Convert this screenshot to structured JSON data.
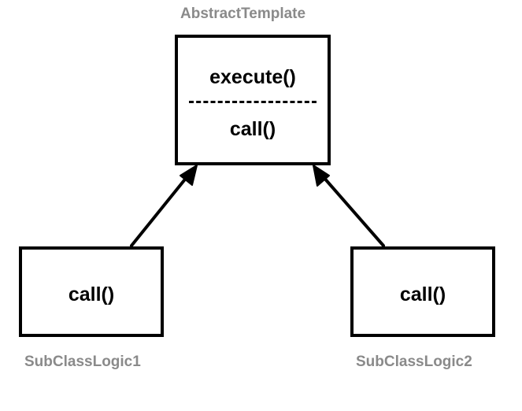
{
  "classes": {
    "abstract": {
      "name": "AbstractTemplate",
      "methods": [
        "execute()",
        "call()"
      ],
      "separator": "---------------"
    },
    "sub1": {
      "name": "SubClassLogic1",
      "methods": [
        "call()"
      ]
    },
    "sub2": {
      "name": "SubClassLogic2",
      "methods": [
        "call()"
      ]
    }
  },
  "relations": [
    {
      "from": "SubClassLogic1",
      "to": "AbstractTemplate",
      "type": "inheritance"
    },
    {
      "from": "SubClassLogic2",
      "to": "AbstractTemplate",
      "type": "inheritance"
    }
  ],
  "colors": {
    "stroke": "#000000",
    "caption": "#8a8a8a",
    "background": "#ffffff"
  }
}
